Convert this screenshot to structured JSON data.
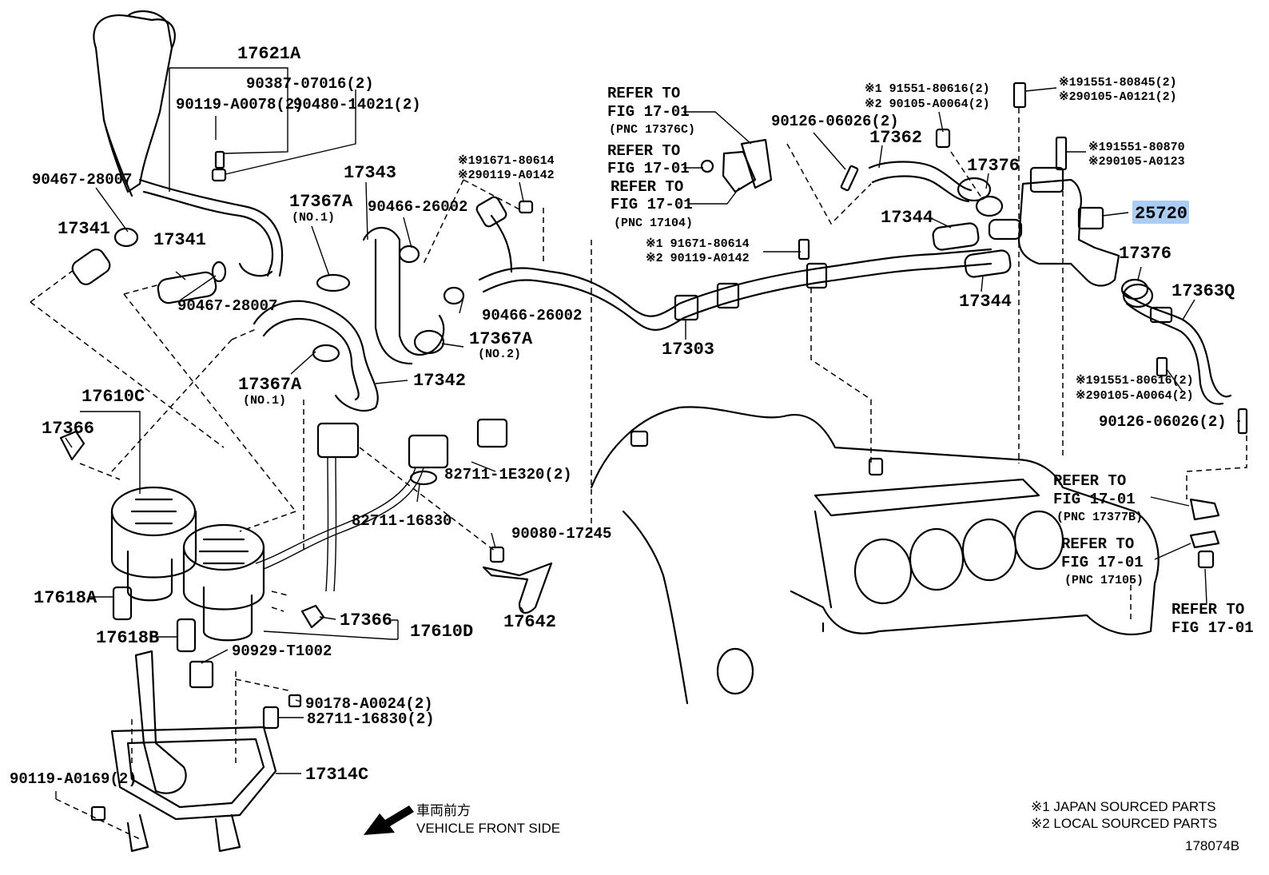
{
  "labels": {
    "p17621a": "17621A",
    "p90387": "90387-07016(2)",
    "p90119a0078": "90119-A0078(2)",
    "p90480": "90480-14021(2)",
    "p90467_top": "90467-28007",
    "p17341_left": "17341",
    "p17341_mid": "17341",
    "p90467_bot": "90467-28007",
    "p17343": "17343",
    "p17367a_top": "17367A",
    "no1_top": "(NO.1)",
    "p90466_top": "90466-26002",
    "p90466_mid": "90466-26002",
    "p17367a_no2": "17367A",
    "no2": "(NO.2)",
    "p17367a_low": "17367A",
    "no1_low": "(NO.1)",
    "p17342": "17342",
    "p191671_a": "※191671-80614",
    "p290119_a": "※290119-A0142",
    "refer1_a": "REFER TO",
    "refer1_b": "FIG 17-01",
    "refer1_pnc": "(PNC 17376C)",
    "refer2_a": "REFER TO",
    "refer2_b": "FIG 17-01",
    "refer3_a": "REFER TO",
    "refer3_b": "FIG 17-01",
    "refer3_pnc": "(PNC 17104)",
    "p191671_b": "※1 91671-80614",
    "p290119_b": "※2 90119-A0142",
    "p90126_top": "90126-06026(2)",
    "p17362": "17362",
    "p191551_80616_top": "※1 91551-80616(2)",
    "p290105_a0064_top": "※2 90105-A0064(2)",
    "p17376_top": "17376",
    "p17344_top": "17344",
    "p191551_80845": "※191551-80845(2)",
    "p290105_a0121": "※290105-A0121(2)",
    "p191551_80870": "※191551-80870",
    "p290105_a0123": "※290105-A0123",
    "p25720": "25720",
    "p17376_right": "17376",
    "p17363q": "17363Q",
    "p17344_bot": "17344",
    "p17303": "17303",
    "p191551_80616_bot": "※191551-80616(2)",
    "p290105_a0064_bot": "※290105-A0064(2)",
    "p90126_bot": "90126-06026(2)",
    "p17610c": "17610C",
    "p17366_left": "17366",
    "p82711_1e320": "82711-1E320(2)",
    "p82711_16830": "82711-16830",
    "p90080": "90080-17245",
    "p17642": "17642",
    "p17618a": "17618A",
    "p17618b": "17618B",
    "p17366_bot": "17366",
    "p17610d": "17610D",
    "p90929": "90929-T1002",
    "p90178": "90178-A0024(2)",
    "p82711_16830_2": "82711-16830(2)",
    "p17314c": "17314C",
    "p90119_a0169": "90119-A0169(2)",
    "refer4_a": "REFER TO",
    "refer4_b": "FIG 17-01",
    "refer4_pnc": "(PNC 17377B)",
    "refer5_a": "REFER TO",
    "refer5_b": "FIG 17-01",
    "refer5_pnc": "(PNC 17105)",
    "refer6_a": "REFER TO",
    "refer6_b": "FIG 17-01",
    "front_jp": "車両前方",
    "front_en": "VEHICLE FRONT SIDE",
    "legend1": "※1 JAPAN SOURCED PARTS",
    "legend2": "※2 LOCAL SOURCED PARTS",
    "fig_code": "178074B"
  },
  "highlight_color": "#aacdf5"
}
